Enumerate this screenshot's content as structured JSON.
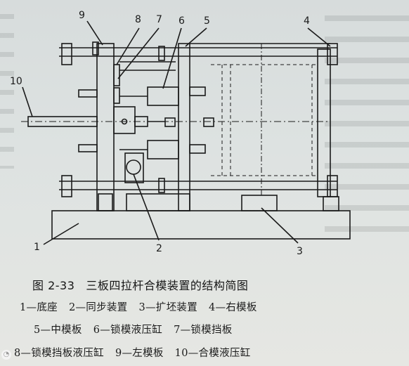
{
  "figure": {
    "labels": [
      "10",
      "9",
      "8",
      "7",
      "6",
      "5",
      "4",
      "1",
      "2",
      "3"
    ]
  },
  "caption": {
    "number": "图 2-33",
    "title": "三板四拉杆合模装置的结构简图"
  },
  "legend": {
    "row1": [
      "1—底座",
      "2—同步装置",
      "3—扩坯装置",
      "4—右模板"
    ],
    "row2": [
      "5—中模板",
      "6—锁模液压缸",
      "7—锁模挡板"
    ],
    "row3": [
      "8—锁模挡板液压缸",
      "9—左模板",
      "10—合模液压缸"
    ]
  }
}
